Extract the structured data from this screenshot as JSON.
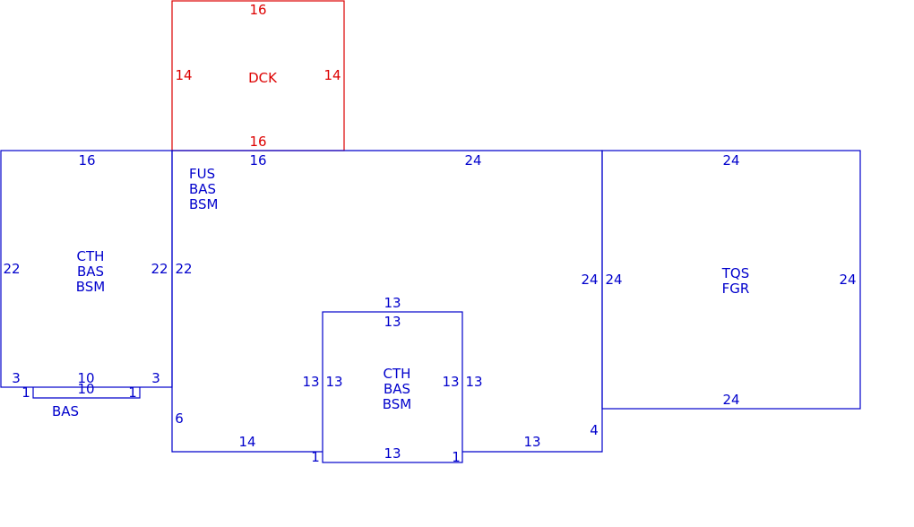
{
  "colors": {
    "building": "#0000cc",
    "deck": "#dd0000",
    "background": "#ffffff"
  },
  "areas": {
    "deck": {
      "line1": "DCK"
    },
    "left_wing": {
      "line1": "CTH",
      "line2": "BAS",
      "line3": "BSM"
    },
    "main": {
      "line1": "FUS",
      "line2": "BAS",
      "line3": "BSM"
    },
    "garage": {
      "line1": "TQS",
      "line2": "FGR"
    },
    "bay": {
      "line1": "CTH",
      "line2": "BAS",
      "line3": "BSM"
    },
    "small_bas": {
      "line1": "BAS"
    }
  },
  "dims": {
    "deck_top": "16",
    "deck_left": "14",
    "deck_right": "14",
    "deck_bottom": "16",
    "left_top": "16",
    "left_left": "22",
    "left_right": "22",
    "left_bottom_left": "3",
    "left_bottom_mid": "10",
    "left_bottom_right": "3",
    "small_left": "1",
    "small_mid": "10",
    "small_right": "1",
    "main_top_left": "16",
    "main_top_right": "24",
    "main_left": "22",
    "main_left_low": "6",
    "main_right": "24",
    "main_right_low": "4",
    "main_bottom_left": "14",
    "main_bottom_right": "13",
    "garage_top": "24",
    "garage_left": "24",
    "garage_right": "24",
    "garage_bottom": "24",
    "bay_top_outer": "13",
    "bay_top_inner": "13",
    "bay_left_outer": "13",
    "bay_left_inner": "13",
    "bay_right_inner": "13",
    "bay_right_outer": "13",
    "bay_bottom": "13",
    "bay_tick_left": "1",
    "bay_tick_right": "1"
  }
}
